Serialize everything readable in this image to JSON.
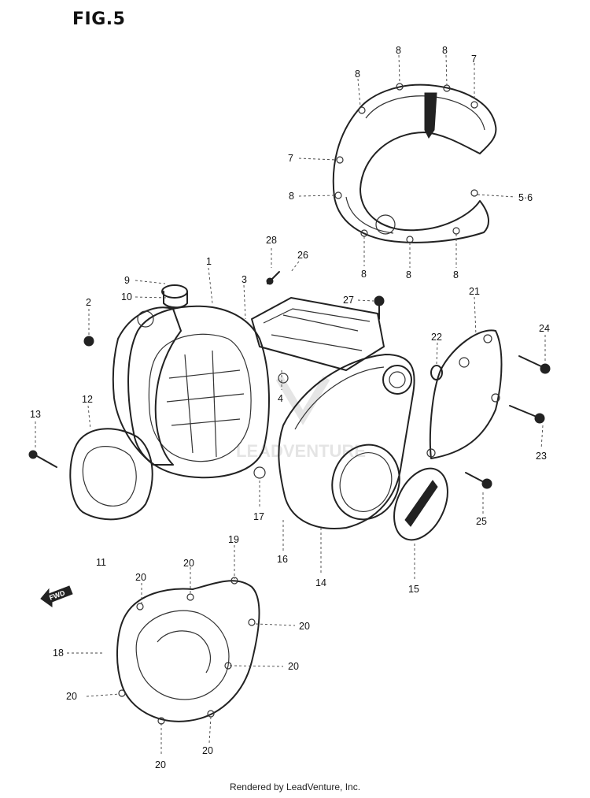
{
  "figure": {
    "title": "FIG.5",
    "footer": "Rendered by LeadVenture, Inc.",
    "watermark": "LEADVENTURE",
    "arrow_label": "FWD"
  },
  "callouts": [
    {
      "id": "c8a",
      "label": "8"
    },
    {
      "id": "c8b",
      "label": "8"
    },
    {
      "id": "c8c",
      "label": "8"
    },
    {
      "id": "c7a",
      "label": "7"
    },
    {
      "id": "c7b",
      "label": "7"
    },
    {
      "id": "c8d",
      "label": "8"
    },
    {
      "id": "c56",
      "label": "5·6"
    },
    {
      "id": "c8e",
      "label": "8"
    },
    {
      "id": "c8f",
      "label": "8"
    },
    {
      "id": "c8g",
      "label": "8"
    },
    {
      "id": "c28",
      "label": "28"
    },
    {
      "id": "c26",
      "label": "26"
    },
    {
      "id": "c1",
      "label": "1"
    },
    {
      "id": "c3",
      "label": "3"
    },
    {
      "id": "c9",
      "label": "9"
    },
    {
      "id": "c10",
      "label": "10"
    },
    {
      "id": "c2",
      "label": "2"
    },
    {
      "id": "c27",
      "label": "27"
    },
    {
      "id": "c21",
      "label": "21"
    },
    {
      "id": "c22",
      "label": "22"
    },
    {
      "id": "c24",
      "label": "24"
    },
    {
      "id": "c4",
      "label": "4"
    },
    {
      "id": "c12",
      "label": "12"
    },
    {
      "id": "c13",
      "label": "13"
    },
    {
      "id": "c23",
      "label": "23"
    },
    {
      "id": "c17",
      "label": "17"
    },
    {
      "id": "c25",
      "label": "25"
    },
    {
      "id": "c19",
      "label": "19"
    },
    {
      "id": "c11",
      "label": "11"
    },
    {
      "id": "c20a",
      "label": "20"
    },
    {
      "id": "c16",
      "label": "16"
    },
    {
      "id": "c14",
      "label": "14"
    },
    {
      "id": "c15",
      "label": "15"
    },
    {
      "id": "c20b",
      "label": "20"
    },
    {
      "id": "c20c",
      "label": "20"
    },
    {
      "id": "c18",
      "label": "18"
    },
    {
      "id": "c20d",
      "label": "20"
    },
    {
      "id": "c20e",
      "label": "20"
    },
    {
      "id": "c20f",
      "label": "20"
    },
    {
      "id": "c20g",
      "label": "20"
    },
    {
      "id": "c20h",
      "label": "20"
    }
  ]
}
